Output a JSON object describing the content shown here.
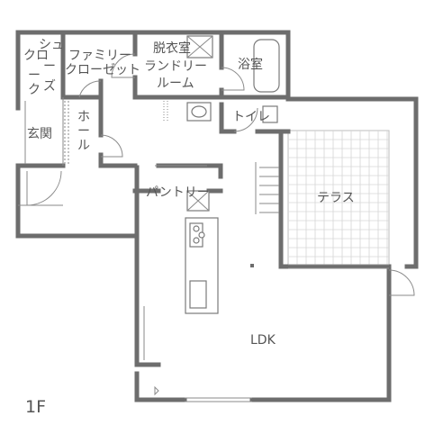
{
  "floor_label": "1F",
  "rooms": {
    "shoes_cloak": [
      "シュ",
      "クロ",
      "ー",
      "ー",
      "ズ",
      "ク"
    ],
    "family_closet": [
      "ファミリー",
      "クローゼット"
    ],
    "dressing_laundry": [
      "脱衣室",
      "ランドリー",
      "ルーム"
    ],
    "bath": "浴室",
    "toilet": "トイレ",
    "entrance": "玄関",
    "hall": [
      "ホ",
      "ー",
      "ル"
    ],
    "pantry": "パントリー",
    "terrace": "テラス",
    "ldk": "LDK"
  },
  "colors": {
    "wall": "#6d6d6d",
    "text": "#555555",
    "terrace_grid": "#d6d6d6"
  }
}
